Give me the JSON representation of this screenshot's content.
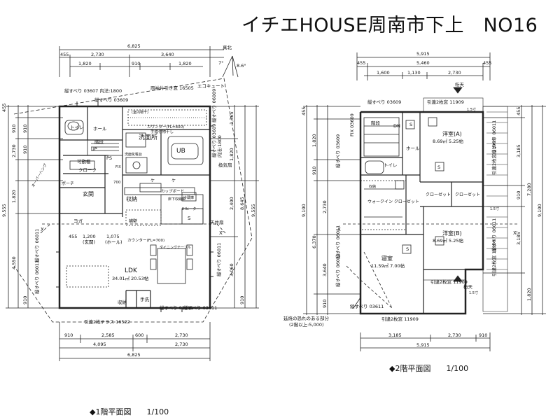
{
  "title": "イチエHOUSE周南市下上　NO16",
  "captions": {
    "floor1": "◆1階平面図　　1/100",
    "floor2": "◆2階平面図　　1/100"
  },
  "floor1": {
    "dims_top": [
      "6,825",
      "455",
      "2,730",
      "3,640",
      "1,820",
      "910",
      "1,820"
    ],
    "dims_bottom": [
      "910",
      "2,585",
      "600",
      "2,730",
      "4,095",
      "2,730",
      "6,825"
    ],
    "dims_left": [
      "455",
      "910",
      "2,730",
      "910",
      "910",
      "1,820",
      "9,555",
      "4,550",
      "910"
    ],
    "dims_right": [
      "1,365",
      "1,820",
      "8,645",
      "9,555",
      "2,400",
      "3,060",
      "910"
    ],
    "dims_inner": [
      "455",
      "1,200",
      "(玄関)",
      "1,075",
      "(ホール)"
    ],
    "windows": [
      "縦すべり 03607 内法:1800",
      "縦すべり 03609",
      "両袖片引き窓 16505",
      "エコキュート",
      "縦すべり 06009",
      "縦すべり 03609",
      "内法:1800",
      "縦すべり 06011",
      "縦すべり 06011",
      "縦すべり 06011",
      "縦すべり 03611",
      "縦すべり 03611",
      "引違2枚テラス 16522"
    ],
    "rooms": [
      "トイレ",
      "ホール",
      "洗面所",
      "UB",
      "階段",
      "UP",
      "クローク",
      "PS",
      "可動棚",
      "玄関",
      "収納",
      "換気扇",
      "天井扇",
      "LDK",
      "34.01㎡ 20.53帖",
      "収納",
      "手洗",
      "ヨガ"
    ],
    "labels": [
      "(室内物干)",
      "カウンター(FL=800)",
      "手摺付物干し",
      "洗面化粧台",
      "FIX",
      "ケ",
      "ケ",
      "床下収納庫",
      "カップボード",
      "冷蔵庫",
      "S",
      "IHヒーター",
      "補壁",
      "カウンター(FL=700)",
      "ダイニングテーブル",
      "オーバーハング",
      "700",
      "真北",
      "7°",
      "8.6°",
      "ポーチ",
      "X",
      "X'"
    ]
  },
  "floor2": {
    "dims_top": [
      "5,915",
      "455",
      "5,460",
      "455",
      "1,600",
      "1,130",
      "2,730"
    ],
    "dims_bottom": [
      "3,185",
      "2,730",
      "910",
      "5,915"
    ],
    "dims_left": [
      "455",
      "1,820",
      "910",
      "2,730",
      "9,100",
      "6,370",
      "3,640",
      "910"
    ],
    "dims_right": [
      "455",
      "3,185",
      "910",
      "7,280",
      "9,100",
      "3,185",
      "1,820"
    ],
    "windows": [
      "縦すべり 03609",
      "引違2枚窓 11909",
      "FIX 03609",
      "縦すべり 03609",
      "縦すべり 06011",
      "縦すべり 06011",
      "縦すべり 06011",
      "縦すべり 03611",
      "引違2枚窓 11909",
      "引違2枚窓 11909",
      "引違2枚窓 11909",
      "縦すべり 06011",
      "引違2枚窓 11909"
    ],
    "rooms": [
      "階段",
      "DN",
      "S",
      "洋室(A)",
      "8.69㎡ 5.25帖",
      "ホール",
      "トイレ",
      "S",
      "収納",
      "ウォークイン クローゼット",
      "クローゼット",
      "クローゼット",
      "洋室(B)",
      "8.69㎡ 5.25帖",
      "寝室",
      "11.59㎡ 7.00帖",
      "S"
    ],
    "labels": [
      "桁天",
      "桁天",
      "1.5寸",
      "1.5寸",
      "1.5寸",
      "延焼の恐れのある部分",
      "(2階以上:5,000)",
      "X",
      "X'"
    ]
  }
}
